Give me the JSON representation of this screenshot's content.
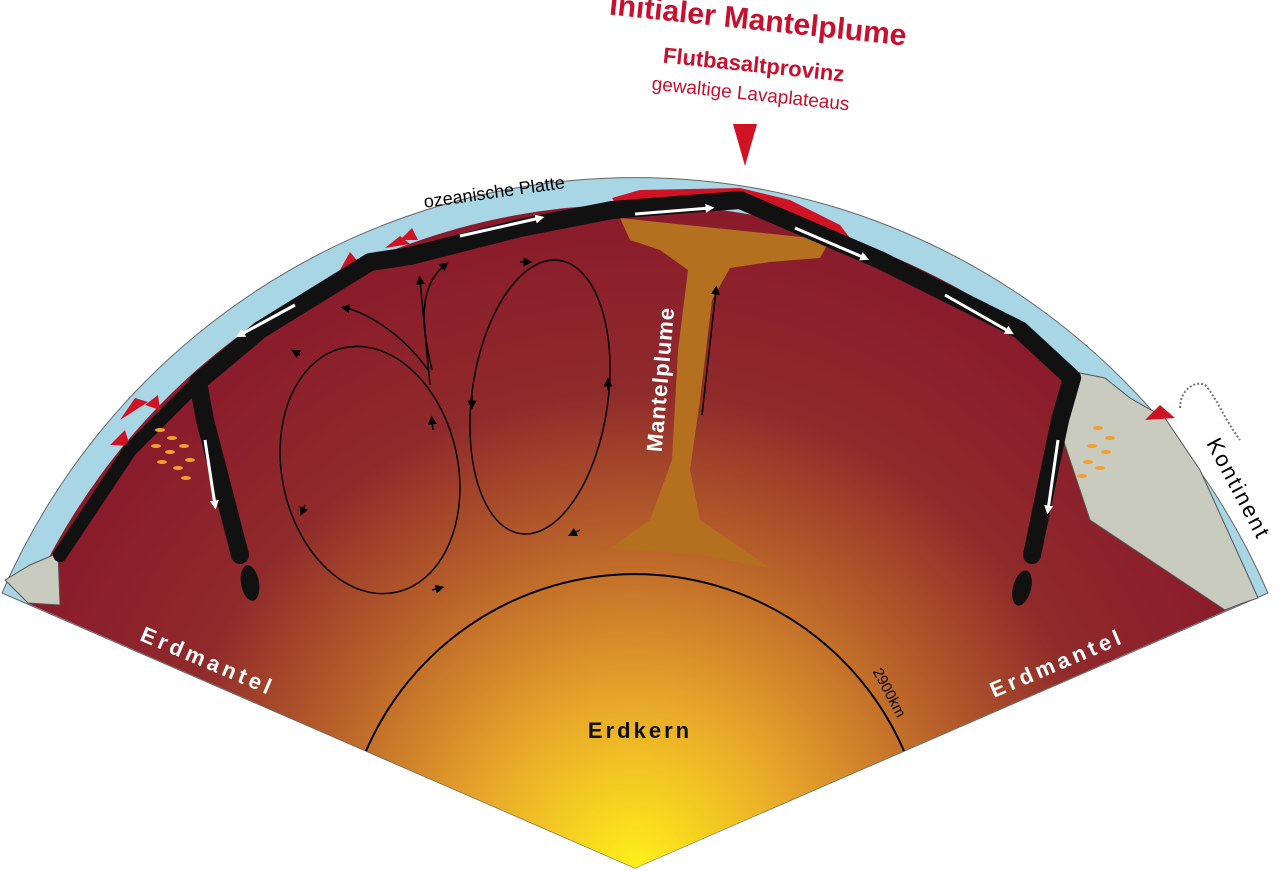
{
  "title": {
    "main": "Initialer Mantelplume",
    "sub": "Flutbasaltprovinz",
    "sub2": "gewaltige Lavaplateaus"
  },
  "labels": {
    "ocean_plate": "ozeanische Platte",
    "plume": "Mantelplume",
    "mantle_left": "Erdmantel",
    "mantle_right": "Erdmantel",
    "core": "Erdkern",
    "depth": "2900km",
    "continent": "Kontinent"
  },
  "colors": {
    "mantle": "#8a1a2b",
    "ocean": "#a9d6e5",
    "continent": "#c8cbbd",
    "plume": "#b5701f",
    "lava": "#d01225",
    "core_center": "#fff01a",
    "title": "#c8102e"
  }
}
